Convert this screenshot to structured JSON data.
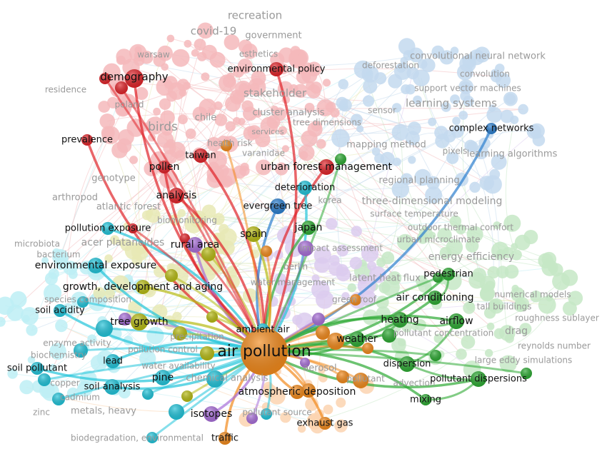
{
  "clusters": {
    "red": "#e0242a",
    "orange": "#f28a1c",
    "yellow": "#b7bb14",
    "cyan": "#22c4da",
    "green": "#2eaa34",
    "purple": "#a86fd8",
    "blue": "#2c7fcf"
  },
  "faded_colors": {
    "red": "#f4b9bb",
    "orange": "#fbd3b0",
    "yellow": "#e8e9b5",
    "cyan": "#bdeef4",
    "green": "#c6e8c6",
    "purple": "#dccbef",
    "blue": "#c3d9ee"
  },
  "center_node": {
    "label": "air pollution",
    "cluster": "orange"
  },
  "highlighted_nodes": [
    {
      "label": "demography",
      "cluster": "red"
    },
    {
      "label": "environmental policy",
      "cluster": "red"
    },
    {
      "label": "prevalence",
      "cluster": "red"
    },
    {
      "label": "taiwan",
      "cluster": "red"
    },
    {
      "label": "pollen",
      "cluster": "red"
    },
    {
      "label": "analysis",
      "cluster": "red"
    },
    {
      "label": "urban forest management",
      "cluster": "red"
    },
    {
      "label": "deterioration",
      "cluster": "cyan"
    },
    {
      "label": "evergreen tree",
      "cluster": "blue"
    },
    {
      "label": "complex networks",
      "cluster": "blue"
    },
    {
      "label": "japan",
      "cluster": "green"
    },
    {
      "label": "spain",
      "cluster": "yellow"
    },
    {
      "label": "rural area",
      "cluster": "purple"
    },
    {
      "label": "pollution exposure",
      "cluster": "cyan"
    },
    {
      "label": "environmental exposure",
      "cluster": "cyan"
    },
    {
      "label": "growth, development and aging",
      "cluster": "yellow"
    },
    {
      "label": "soil acidity",
      "cluster": "cyan"
    },
    {
      "label": "tree growth",
      "cluster": "yellow"
    },
    {
      "label": "ambient air",
      "cluster": "cyan"
    },
    {
      "label": "weather",
      "cluster": "green"
    },
    {
      "label": "heating",
      "cluster": "green"
    },
    {
      "label": "air conditioning",
      "cluster": "green"
    },
    {
      "label": "airflow",
      "cluster": "green"
    },
    {
      "label": "pedestrian",
      "cluster": "green"
    },
    {
      "label": "dispersion",
      "cluster": "green"
    },
    {
      "label": "pollutant dispersions",
      "cluster": "green"
    },
    {
      "label": "mixing",
      "cluster": "green"
    },
    {
      "label": "atmospheric deposition",
      "cluster": "orange"
    },
    {
      "label": "exhaust gas",
      "cluster": "orange"
    },
    {
      "label": "traffic",
      "cluster": "orange"
    },
    {
      "label": "isotopes",
      "cluster": "purple"
    },
    {
      "label": "pine",
      "cluster": "cyan"
    },
    {
      "label": "soil analysis",
      "cluster": "cyan"
    },
    {
      "label": "lead",
      "cluster": "cyan"
    },
    {
      "label": "soil pollutant",
      "cluster": "cyan"
    }
  ],
  "faded_labels": [
    "recreation",
    "covid-19",
    "government",
    "esthetics",
    "stakeholder",
    "cluster analysis",
    "poland",
    "chile",
    "birds",
    "genotype",
    "arthropod",
    "atlantic forest",
    "biomonitoring",
    "acer platanoides",
    "services",
    "varanidae",
    "health risk",
    "residence",
    "warsaw",
    "convolutional neural network",
    "deforestation",
    "convolution",
    "support vector machines",
    "learning systems",
    "sensor",
    "mapping method",
    "pixels",
    "learning algorithms",
    "regional planning",
    "three-dimensional modeling",
    "korea",
    "outdoor thermal comfort",
    "surface temperature",
    "urban microclimate",
    "energy efficiency",
    "impact assessment",
    "berlin",
    "water management",
    "latent heat flux",
    "green roof",
    "pollutant concentration",
    "numerical models",
    "tall buildings",
    "drag",
    "reynolds number",
    "large eddy simulations",
    "roughness sublayer",
    "advection",
    "aerosol",
    "pollutant",
    "species composition",
    "enzyme activity",
    "pollution control",
    "biochemistry",
    "water availability",
    "copper",
    "cadmium",
    "zinc",
    "metals, heavy",
    "chemical analysis",
    "pollutant source",
    "biodegradation, environmental",
    "precipitation",
    "microbiota",
    "bacterium",
    "tree dimensions"
  ]
}
